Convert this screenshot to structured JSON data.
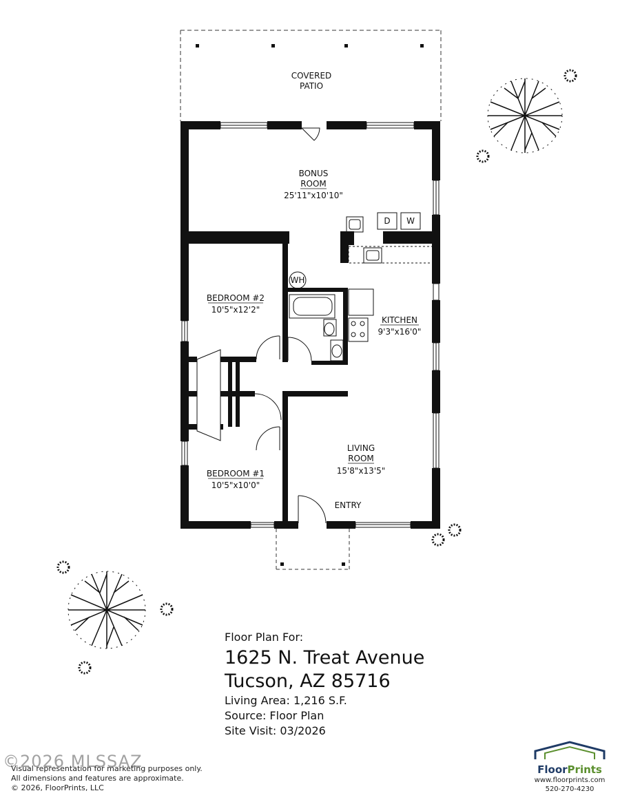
{
  "rooms": {
    "covered_patio": {
      "line1": "COVERED",
      "line2": "PATIO"
    },
    "bonus_room": {
      "line1": "BONUS",
      "line2": "ROOM",
      "size": "25'11\"x10'10\""
    },
    "bedroom2": {
      "name": "BEDROOM #2",
      "size": "10'5\"x12'2\""
    },
    "kitchen": {
      "name": "KITCHEN",
      "size": "9'3\"x16'0\""
    },
    "living_room": {
      "line1": "LIVING",
      "line2": "ROOM",
      "size": "15'8\"x13'5\""
    },
    "bedroom1": {
      "name": "BEDROOM #1",
      "size": "10'5\"x10'0\""
    },
    "entry": {
      "name": "ENTRY"
    }
  },
  "fixtures": {
    "water_heater": "WH",
    "dryer": "D",
    "washer": "W"
  },
  "title_block": {
    "heading": "Floor Plan For:",
    "address_line1": "1625 N. Treat Avenue",
    "address_line2": "Tucson, AZ  85716",
    "living_area": "Living Area:  1,216 S.F.",
    "source": "Source:  Floor Plan",
    "site_visit": "Site Visit:  03/2026"
  },
  "disclaimer": {
    "line1": "Visual representation for marketing purposes only.",
    "line2": "All dimensions and features are approximate.",
    "line3": "© 2026, FloorPrints, LLC"
  },
  "watermark": "©2026 MLSSAZ",
  "brand": {
    "name_part1": "Floor",
    "name_part2": "Prints",
    "website": "www.floorprints.com",
    "phone": "520-270-4230",
    "primary_color": "#1f3b66",
    "accent_color": "#5b8f2e"
  }
}
